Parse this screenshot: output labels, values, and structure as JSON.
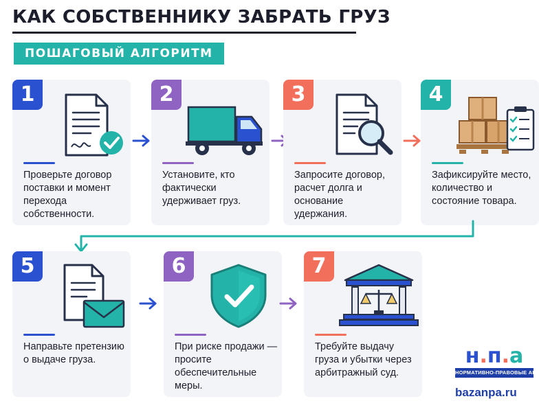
{
  "header": {
    "title": "КАК СОБСТВЕННИКУ ЗАБРАТЬ ГРУЗ",
    "subtitle": "ПОШАГОВЫЙ АЛГОРИТМ"
  },
  "colors": {
    "dark": "#1c1f2b",
    "teal": "#23b3a8",
    "blue": "#2a52d0",
    "purple": "#8e63c2",
    "coral": "#f26f5c",
    "card_bg": "#f3f4f7"
  },
  "steps": [
    {
      "number": "1",
      "icon": "document-check-icon",
      "text": "Проверьте договор поставки и момент перехода собственности."
    },
    {
      "number": "2",
      "icon": "delivery-truck-icon",
      "text": "Установите, кто фактически удерживает груз."
    },
    {
      "number": "3",
      "icon": "document-magnifier-icon",
      "text": "Запросите договор, расчет долга и основание удержания."
    },
    {
      "number": "4",
      "icon": "boxes-checklist-icon",
      "text": "Зафиксируйте место, количество и состояние товара."
    },
    {
      "number": "5",
      "icon": "document-envelope-icon",
      "text": "Направьте претензию о выдаче груза."
    },
    {
      "number": "6",
      "icon": "shield-check-icon",
      "text": "При риске продажи — просите обеспечительные меры."
    },
    {
      "number": "7",
      "icon": "courthouse-scales-icon",
      "text": "Требуйте выдачу груза и убытки через арбитражный суд."
    }
  ],
  "logo": {
    "letters": [
      "н",
      ".",
      "п",
      ".",
      "а"
    ],
    "caption": "НОРМАТИВНО-ПРАВОВЫЕ АКТЫ",
    "site": "bazanpa.ru"
  }
}
